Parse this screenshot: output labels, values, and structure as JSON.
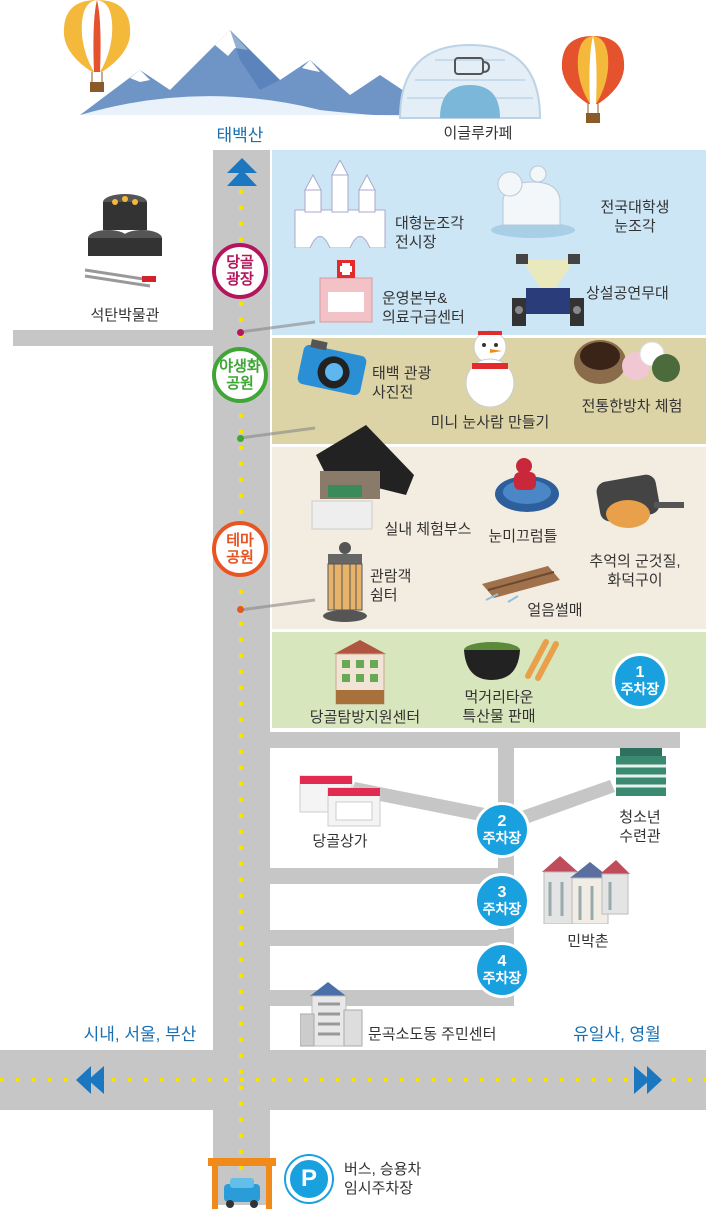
{
  "top": {
    "mountain": "태백산",
    "igloo": "이글루카페"
  },
  "left": {
    "coal_museum": "석탄박물관"
  },
  "badges": {
    "danggol": "당골\n광장",
    "yasaeng": "야생화\n공원",
    "thema": "테마\n공원"
  },
  "zone1": {
    "sculpture_exhibit": "대형눈조각\n전시장",
    "university": "전국대학생\n눈조각",
    "hq": "운영본부&\n의료구급센터",
    "stage": "상설공연무대"
  },
  "zone2": {
    "photo": "태백 관광\n사진전",
    "snowman": "미니 눈사람 만들기",
    "tea": "전통한방차 체험"
  },
  "zone3": {
    "booth": "실내 체험부스",
    "sled": "눈미끄럼틀",
    "shelter": "관람객\n쉼터",
    "bbq": "추억의 군것질,\n화덕구이",
    "ice_sled": "얼음썰매"
  },
  "zone4": {
    "center": "당골탐방지원센터",
    "food": "먹거리타운\n특산물 판매",
    "parking1": {
      "num": "1",
      "label": "주차장"
    }
  },
  "lower": {
    "shops": "당골상가",
    "youth": "청소년\n수련관",
    "parking2": {
      "num": "2",
      "label": "주차장"
    },
    "parking3": {
      "num": "3",
      "label": "주차장"
    },
    "parking4": {
      "num": "4",
      "label": "주차장"
    },
    "minbak": "민박촌",
    "community": "문곡소도동 주민센터"
  },
  "directions": {
    "left": "시내, 서울, 부산",
    "right": "유일사, 영월"
  },
  "bottom": {
    "parking_sign": "P",
    "parking_text": "버스, 승용차\n임시주차장"
  },
  "colors": {
    "zone1": "#cde6f5",
    "zone2": "#dcd4a6",
    "zone3": "#f3ece0",
    "zone4": "#d8e6bd",
    "danggol": "#b3165c",
    "yasaeng": "#3fa535",
    "thema": "#e85523",
    "parking": "#19a0de"
  }
}
